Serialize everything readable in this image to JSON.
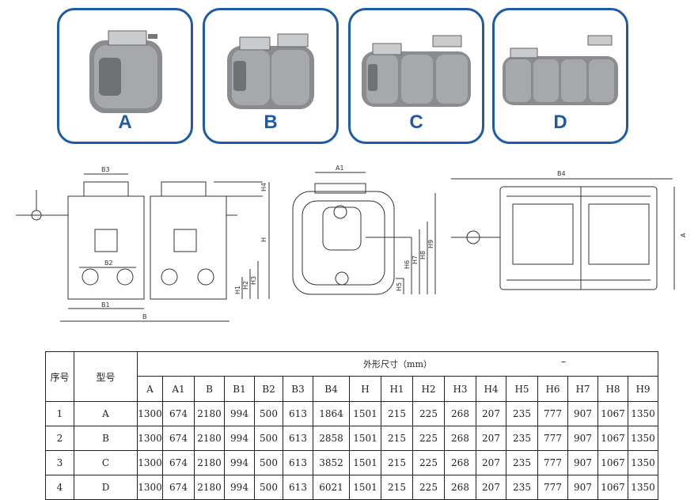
{
  "cards": [
    {
      "label": "A",
      "modules": 1
    },
    {
      "label": "B",
      "modules": 2
    },
    {
      "label": "C",
      "modules": 3
    },
    {
      "label": "D",
      "modules": 4
    }
  ],
  "dims": {
    "front": [
      "B3",
      "H4",
      "H",
      "B2",
      "H1",
      "H2",
      "H3",
      "B1",
      "B"
    ],
    "side": [
      "A1",
      "H6",
      "H7",
      "H8",
      "H9",
      "H5"
    ],
    "top": [
      "B4",
      "A"
    ]
  },
  "table": {
    "col_no": "序号",
    "col_model": "型号",
    "group_title": "外形尺寸（mm）",
    "mark": "–",
    "dim_headers": [
      "A",
      "A1",
      "B",
      "B1",
      "B2",
      "B3",
      "B4",
      "H",
      "H1",
      "H2",
      "H3",
      "H4",
      "H5",
      "H6",
      "H7",
      "H8",
      "H9"
    ],
    "rows": [
      {
        "no": "1",
        "model": "A",
        "values": [
          "1300",
          "674",
          "2180",
          "994",
          "500",
          "613",
          "1864",
          "1501",
          "215",
          "225",
          "268",
          "207",
          "235",
          "777",
          "907",
          "1067",
          "1350"
        ]
      },
      {
        "no": "2",
        "model": "B",
        "values": [
          "1300",
          "674",
          "2180",
          "994",
          "500",
          "613",
          "2858",
          "1501",
          "215",
          "225",
          "268",
          "207",
          "235",
          "777",
          "907",
          "1067",
          "1350"
        ]
      },
      {
        "no": "3",
        "model": "C",
        "values": [
          "1300",
          "674",
          "2180",
          "994",
          "500",
          "613",
          "3852",
          "1501",
          "215",
          "225",
          "268",
          "207",
          "235",
          "777",
          "907",
          "1067",
          "1350"
        ]
      },
      {
        "no": "4",
        "model": "D",
        "values": [
          "1300",
          "674",
          "2180",
          "994",
          "500",
          "613",
          "6021",
          "1501",
          "215",
          "225",
          "268",
          "207",
          "235",
          "777",
          "907",
          "1067",
          "1350"
        ]
      }
    ]
  }
}
